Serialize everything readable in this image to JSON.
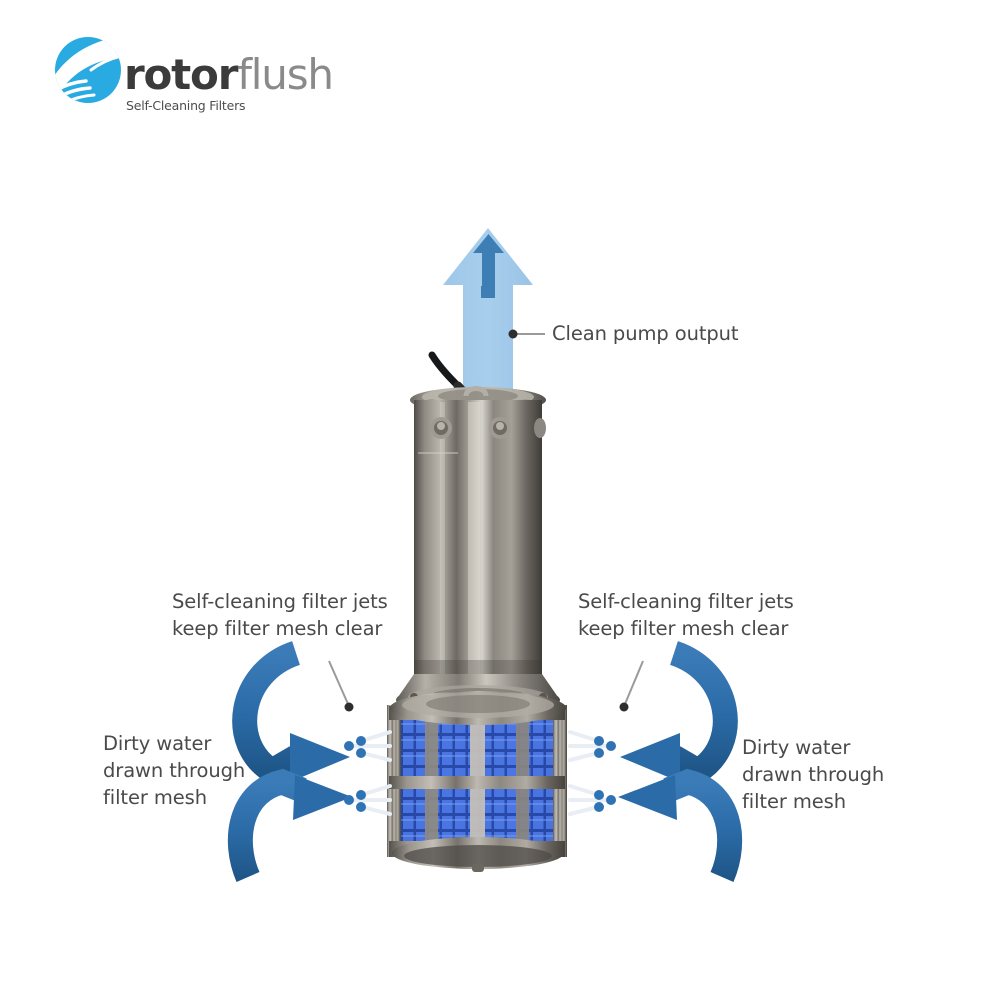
{
  "brand": {
    "name_part1": "rotor",
    "name_part2": "flush",
    "tagline": "Self-Cleaning Filters",
    "logo_icon": "rotor-swirl-icon",
    "logo_color": "#29ABE2",
    "wordmark_dark": "#3b3b3b",
    "wordmark_light": "#8a8a8a"
  },
  "diagram": {
    "title_alt": "Rotorflush self-cleaning filter pump flow diagram",
    "labels": {
      "clean_output": "Clean pump output",
      "jets_left": "Self-cleaning filter jets\nkeep filter mesh clear",
      "jets_right": "Self-cleaning filter jets\nkeep filter mesh clear",
      "dirty_left": "Dirty water\ndrawn through\nfilter mesh",
      "dirty_right": "Dirty water\ndrawn through\nfilter mesh"
    },
    "colors": {
      "flow_arrow_light": "#A5CCEA",
      "flow_arrow_dark": "#3D7FB5",
      "curved_arrow": "#2B6CA8",
      "jet_dart": "#2F73B5",
      "pointer_line": "#8c8c8c",
      "label_text": "#4a4a4a",
      "mesh_blue": "#2B5FCF",
      "steel_light": "#d8d5cf",
      "steel_dark": "#585450"
    },
    "elements": {
      "clean_output_arrow": "up-arrow-icon",
      "pump_body": "stainless-pump-body",
      "filter_housing": "filter-mesh-housing",
      "power_cable": "power-cable",
      "curved_arrows": [
        "upper-left-curved-arrow",
        "lower-left-curved-arrow",
        "upper-right-curved-arrow",
        "lower-right-curved-arrow"
      ],
      "jet_sprays": [
        "left-upper-jet-spray",
        "left-lower-jet-spray",
        "right-upper-jet-spray",
        "right-lower-jet-spray"
      ],
      "pointer_lines": [
        "left-jets-pointer",
        "right-jets-pointer",
        "clean-output-pointer"
      ]
    }
  }
}
